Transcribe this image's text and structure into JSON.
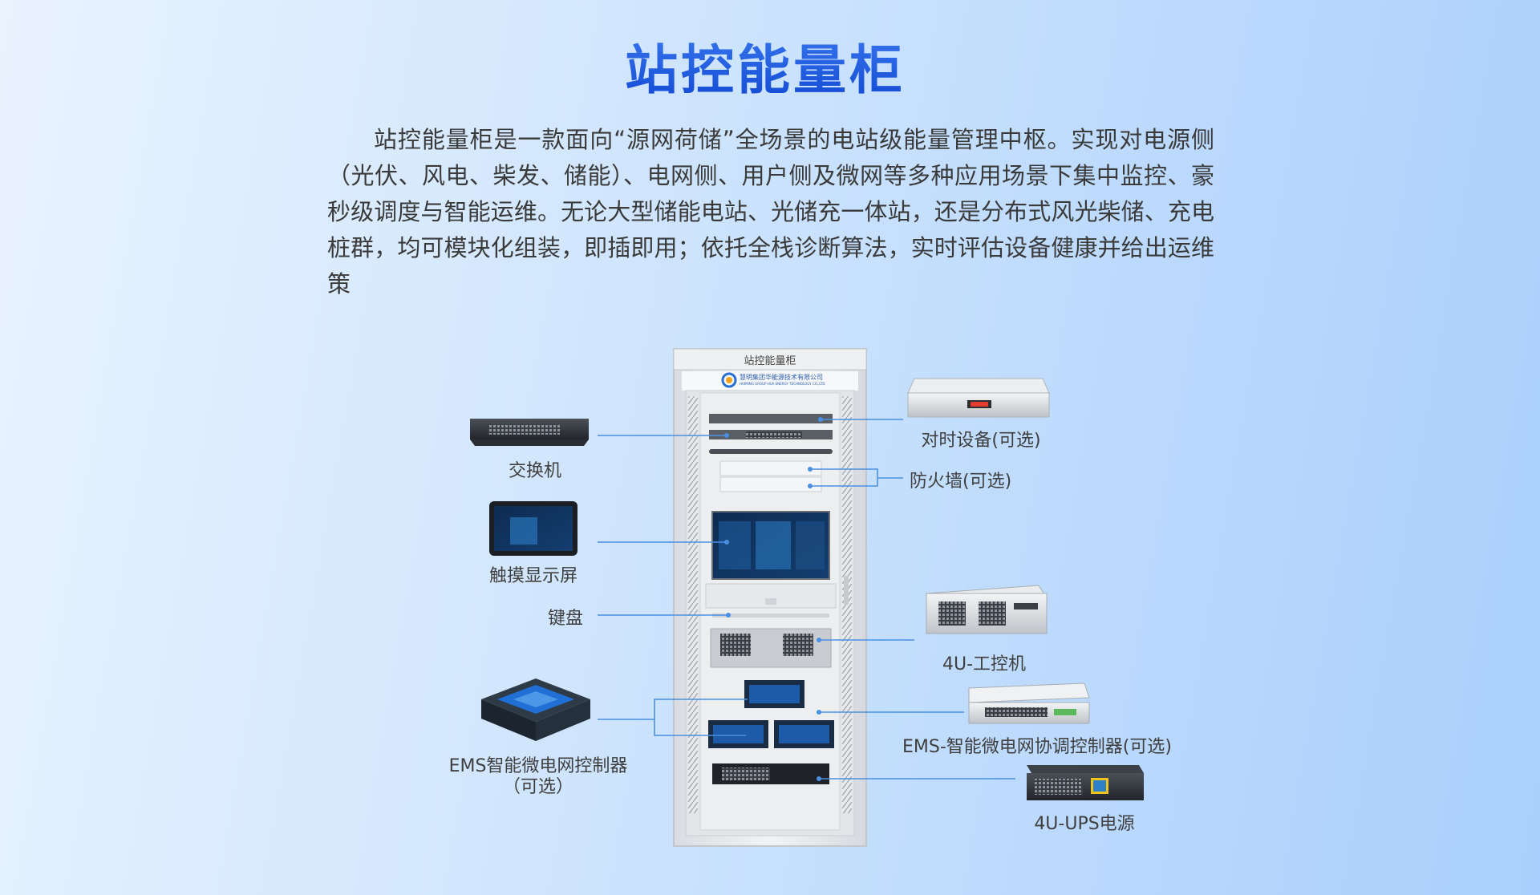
{
  "title": "站控能量柜",
  "intro": "站控能量柜是一款面向“源网荷储”全场景的电站级能量管理中枢。实现对电源侧（光伏、风电、柴发、储能）、电网侧、用户侧及微网等多种应用场景下集中监控、豪秒级调度与智能运维。无论大型储能电站、光储充一体站，还是分布式风光柴储、充电桩群，均可模块化组装，即插即用；依托全栈诊断算法，实时评估设备健康并给出运维策",
  "cabinet": {
    "title": "站控能量柜",
    "company": "慧明集团华能源技术有限公司",
    "company_en": "HUIMING GROUP HUA ENERGY TECHNOLOGY CO.,LTD."
  },
  "components": {
    "switch": "交换机",
    "touchscreen": "触摸显示屏",
    "keyboard": "键盘",
    "ems_controller_line1": "EMS智能微电网控制器",
    "ems_controller_line2": "（可选）",
    "timing_device": "对时设备(可选)",
    "firewall": "防火墙(可选)",
    "industrial_pc": "4U-工控机",
    "ems_coordinator": "EMS-智能微电网协调控制器(可选)",
    "ups": "4U-UPS电源"
  },
  "colors": {
    "title": "#1f5fe0",
    "leader_line": "#4a90e2",
    "cabinet": "#e6e9ec"
  }
}
